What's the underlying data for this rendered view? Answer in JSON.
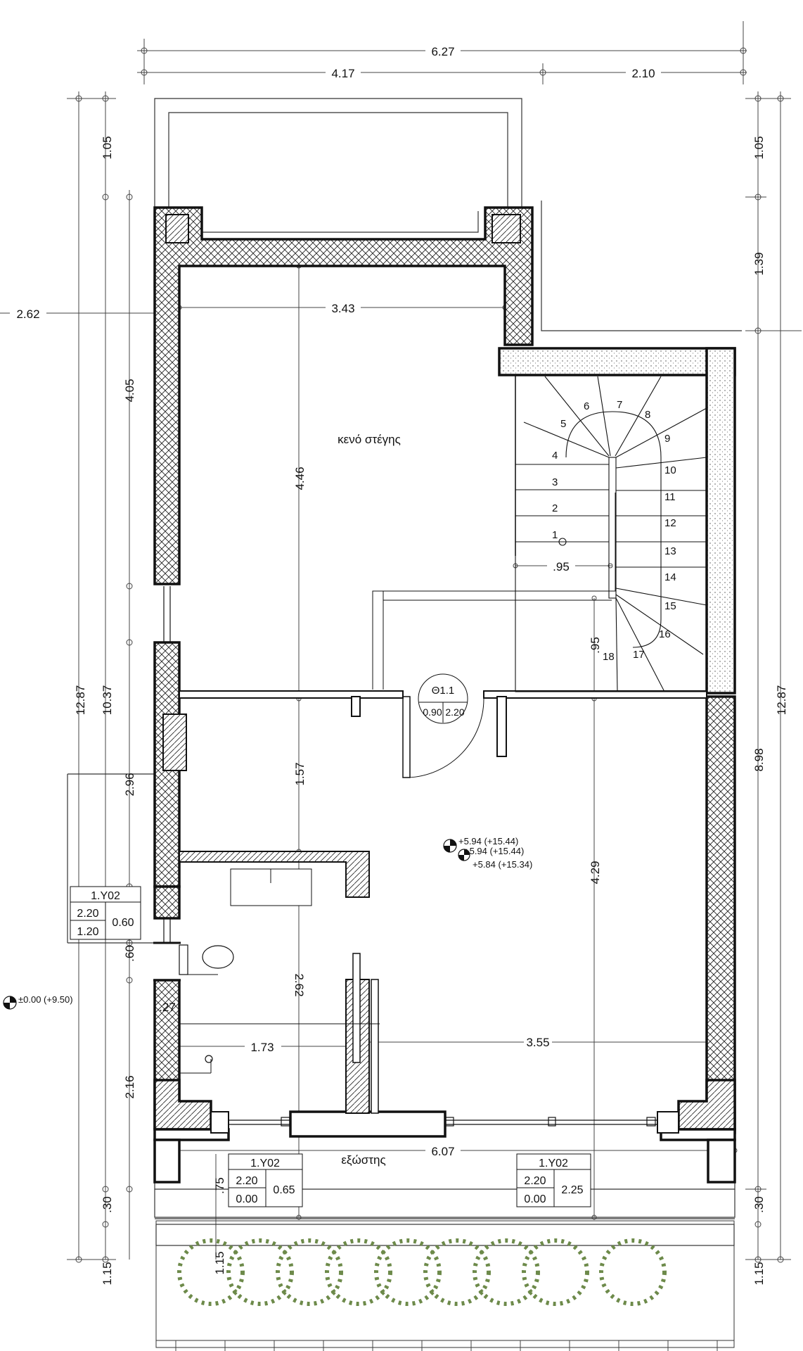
{
  "dimensions": {
    "top_total": "6.27",
    "top_left": "4.17",
    "top_right": "2.10",
    "left_outer_total": "12.87",
    "right_outer_total": "12.87",
    "left_mid_total": "10.37",
    "left_top": "1.05",
    "left_4_05": "4.05",
    "left_2_96": "2.96",
    "left_0_60": ".60",
    "left_2_16": "2.16",
    "left_0_30": ".30",
    "left_1_15": "1.15",
    "right_top": "1.05",
    "right_1_39": "1.39",
    "right_8_98": "8.98",
    "right_0_30": ".30",
    "right_1_15": "1.15",
    "outer_left": "2.62",
    "room_width": "3.43",
    "room_depth": "4.46",
    "stair_095_h": ".95",
    "stair_095_v": ".95",
    "mid_1_57": "1.57",
    "mid_2_62": "2.62",
    "mid_4_29": "4.29",
    "mid_1_73": "1.73",
    "mid_3_55": "3.55",
    "mid_0_27": ".27",
    "bottom_6_07": "6.07",
    "bottom_0_75": ".75",
    "bottom_1_15": "1.15"
  },
  "labels": {
    "roof_void": "κενό στέγης",
    "balcony": "εξώστης"
  },
  "door_tag": {
    "code": "Θ1.1",
    "width": "0.90",
    "height": "2.20"
  },
  "window_tags": [
    {
      "code": "1.Y02",
      "top": "2.20",
      "bottom": "1.20",
      "width": "0.60"
    },
    {
      "code": "1.Y02",
      "top": "2.20",
      "bottom": "0.00",
      "width": "0.65"
    },
    {
      "code": "1.Y02",
      "top": "2.20",
      "bottom": "0.00",
      "width": "2.25"
    }
  ],
  "levels": {
    "level_1": "+5.94 (+15.44)",
    "level_2": "+5.94 (+15.44)",
    "level_3": "+5.84 (+15.34)",
    "ground": "±0.00 (+9.50)"
  },
  "stair_steps": [
    "1",
    "2",
    "3",
    "4",
    "5",
    "6",
    "7",
    "8",
    "9",
    "10",
    "11",
    "12",
    "13",
    "14",
    "15",
    "16",
    "17",
    "18"
  ],
  "colors": {
    "line": "#111111",
    "plant": "#6d8a4a",
    "hatch": "#222222"
  }
}
